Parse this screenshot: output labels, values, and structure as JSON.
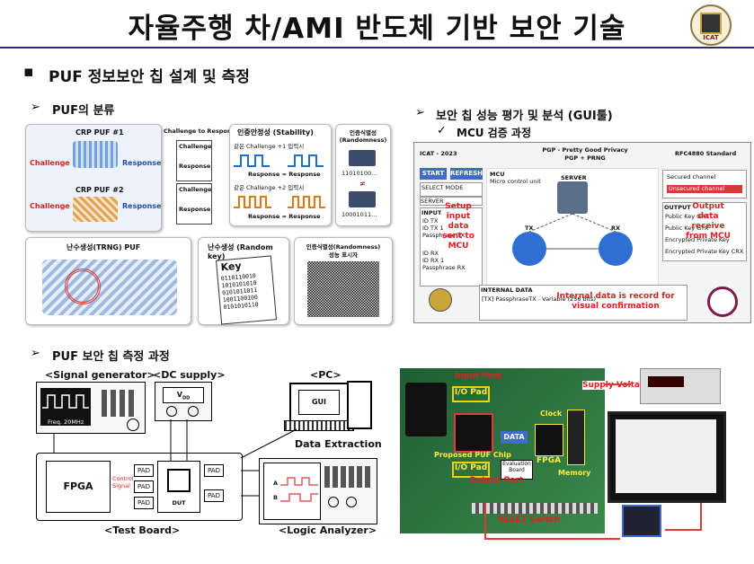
{
  "title": "자율주행 차/AMI 반도체 기반 보안 기술",
  "logo": {
    "text": "ICAT"
  },
  "section1": {
    "bullet": "▪",
    "title": "PUF 정보보안 칩 설계 및 측정"
  },
  "classification": {
    "heading": "PUF의 분류",
    "crp1": "CRP PUF #1",
    "crp2": "CRP PUF #2",
    "challenge": "Challenge",
    "response": "Response",
    "crp_pairs": "Challenge to Response Pairs",
    "doc_challenge": "Challenge",
    "doc_response": "Response",
    "stability": "인증안정성 (Stability)",
    "same_input1": "같은 Challenge +1 입력시",
    "same_input2": "같은 Challenge +2 입력시",
    "resp_eq": "Response  =  Response",
    "randomness_title": "인증식별성 (Randomness)",
    "bits1": "11010100...",
    "neq": "≠",
    "bits2": "10001011...",
    "trng": "난수생성(TRNG) PUF",
    "random_key": "난수생성 (Random key)",
    "key_label": "Key",
    "key_bits": "0110110010\n1010101010\n0101011011\n1001100100\n0101010110",
    "rand_indicator_line1": "인증식별성(Randomness)",
    "rand_indicator_line2": "성능 표시자"
  },
  "gui_section": {
    "heading": "보안 칩 성능 평가 및 분석 (GUI툴)",
    "sub": "MCU 검증 과정",
    "header_left": "ICAT - 2023",
    "header_center1": "PGP - Pretty Good Privacy",
    "header_center2": "PGP + PRNG",
    "header_right": "RFC4880 Standard",
    "start": "START",
    "refresh": "REFRESH",
    "select_mode": "SELECT MODE",
    "mode_value": "SERVER",
    "input": "INPUT",
    "id_tx": "ID TX",
    "id_tx1": "ID TX 1",
    "pass_tx": "Passphrase TX",
    "id_rx": "ID RX",
    "id_rx1": "ID RX 1",
    "pass_rx": "Passphrase RX",
    "mcu_label": "MCU",
    "mcu_sub": "Micro control unit",
    "server": "SERVER",
    "tx": "TX",
    "rx": "RX",
    "output": "OUTPUT",
    "out1": "Public Key GRX",
    "out2": "Public Key GTX",
    "out3": "Encrypted Private Key",
    "out4": "Encrypted Private Key CRX",
    "secured": "Secured channel",
    "unsecured": "Unsecured channel",
    "internal_data": "INTERNAL DATA",
    "internal_row": "[TX] PassphraseTX - Variable (256 bits)",
    "note_setup": "Setup input data sent to MCU",
    "note_output": "Output data receive from MCU",
    "note_internal": "Internal data is record for visual confirmation"
  },
  "measure_section": {
    "heading": "PUF 보안 칩 측정 과정",
    "signal_gen": "<Signal generator>",
    "freq": "Freq. 20MHz",
    "dc_supply": "<DC supply>",
    "vdd": "V",
    "vdd_sub": "DD",
    "pc": "<PC>",
    "gui": "GUI",
    "data_extraction": "Data Extraction",
    "fpga": "FPGA",
    "control_signal": "Control Signal",
    "pad": "PAD",
    "dut": "DUT",
    "test_board": "<Test Board>",
    "logic_analyzer": "<Logic Analyzer>",
    "la_a": "A",
    "la_b": "B"
  },
  "photo": {
    "input_port": "Input Port",
    "io_pad": "I/O Pad",
    "supply_voltage": "Supply Voltage",
    "clock": "Clock",
    "data": "DATA",
    "proposed": "Proposed PUF Chip",
    "evaluation_board": "Evaluation Board",
    "fpga": "FPGA",
    "memory": "Memory",
    "output_port": "Output Port",
    "reset": "RESET Switch"
  }
}
